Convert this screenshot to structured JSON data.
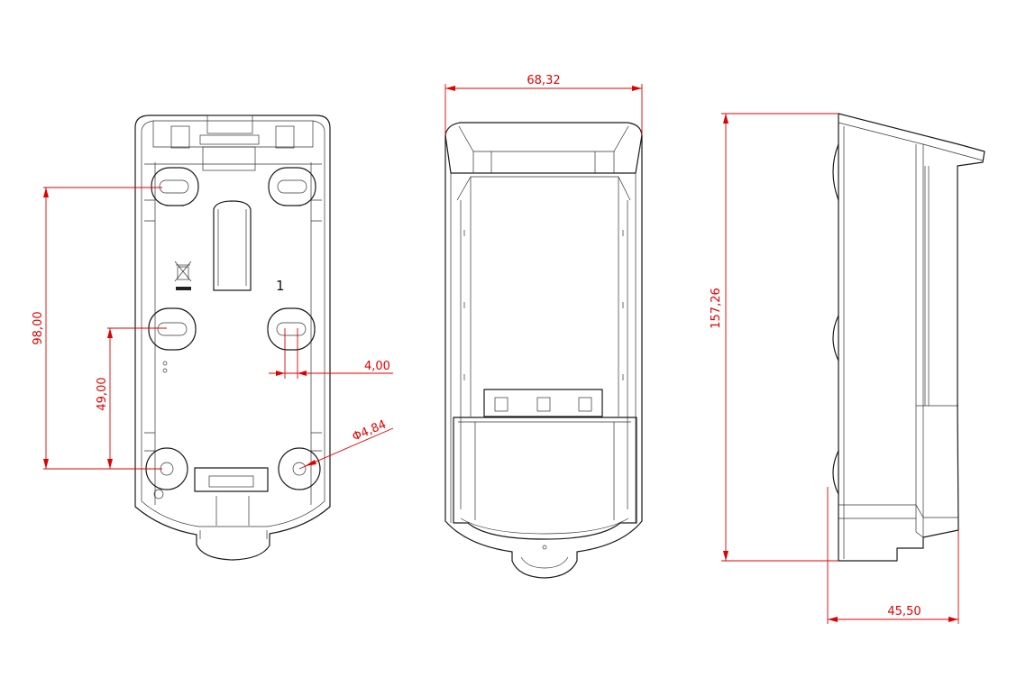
{
  "dimensions": {
    "height_98": "98,00",
    "height_49": "49,00",
    "slot_width": "4,00",
    "hole_diameter": "Φ4,84",
    "width": "68,32",
    "total_height": "157,26",
    "depth": "45,50"
  },
  "marks": {
    "part_number": "1"
  },
  "colors": {
    "dimension": "#e10000",
    "outline": "#1a1a1a"
  }
}
